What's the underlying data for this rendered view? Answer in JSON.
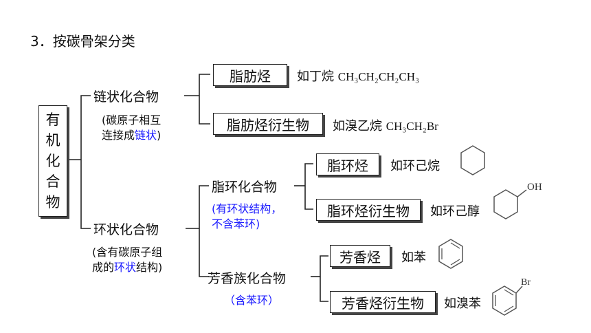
{
  "title": "3．按碳骨架分类",
  "root": [
    "有",
    "机",
    "化",
    "合",
    "物"
  ],
  "chain": {
    "label": "链状化合物",
    "note_line1": "(碳原子相互",
    "note_line2_a": "连接成",
    "note_line2_b": "链状",
    "note_line2_c": ")",
    "aliphatic_hydrocarbon": {
      "label": "脂肪烃",
      "example_prefix": "如丁烷",
      "example_formula": "CH₃CH₂CH₂CH₃"
    },
    "aliphatic_derivative": {
      "label": "脂肪烃衍生物",
      "example_prefix": "如溴乙烷",
      "example_formula": "CH₃CH₂Br"
    }
  },
  "ring": {
    "label": "环状化合物",
    "note_line1": "(含有碳原子组",
    "note_line2_a": "成的",
    "note_line2_b": "环状",
    "note_line2_c": "结构)",
    "alicyclic": {
      "label": "脂环化合物",
      "note_line1": "(有环状结构，",
      "note_line2": "不含苯环)",
      "hydrocarbon": {
        "label": "脂环烃",
        "example": "如环己烷"
      },
      "derivative": {
        "label": "脂环烃衍生物",
        "example": "如环己醇",
        "group": "OH"
      }
    },
    "aromatic": {
      "label": "芳香族化合物",
      "note": "（含苯环）",
      "hydrocarbon": {
        "label": "芳香烃",
        "example": "如苯"
      },
      "derivative": {
        "label": "芳香烃衍生物",
        "example": "如溴苯",
        "group": "Br"
      }
    }
  }
}
